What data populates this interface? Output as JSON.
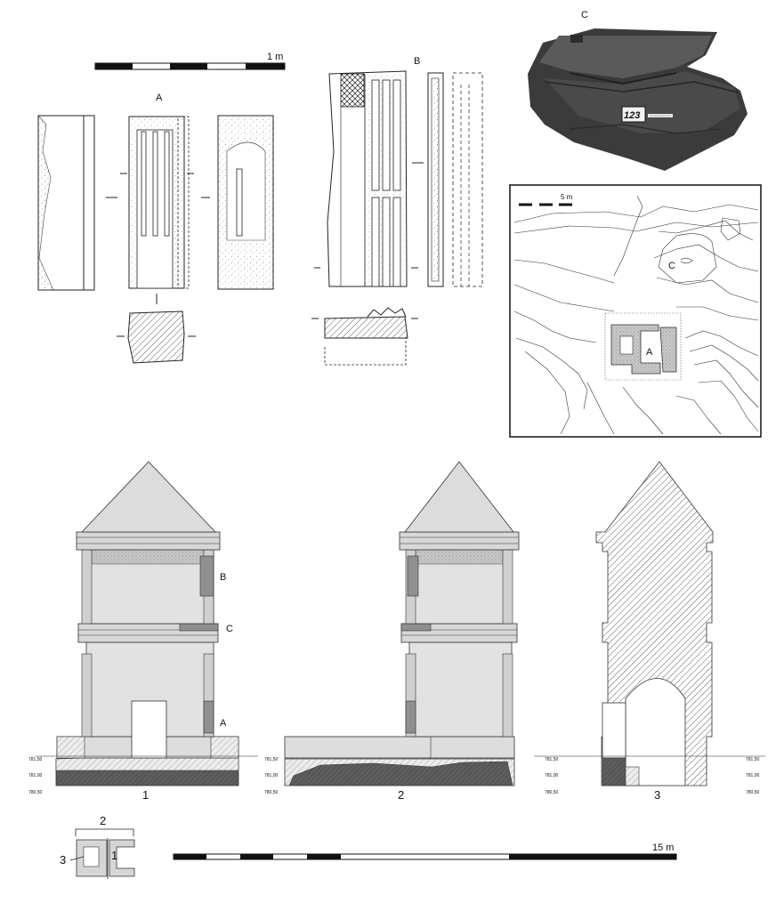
{
  "scale_top": {
    "label": "1 m"
  },
  "scale_bottom": {
    "label": "15 m"
  },
  "block_a": {
    "label": "A"
  },
  "block_b": {
    "label": "B"
  },
  "photo": {
    "label": "C",
    "tag": "123"
  },
  "site_plan": {
    "scale_label": "5 m",
    "label_a": "A",
    "label_c": "C"
  },
  "elevations": {
    "e1": {
      "number": "1",
      "label_b": "B",
      "label_c": "C",
      "label_a": "A"
    },
    "e2": {
      "number": "2"
    },
    "e3": {
      "number": "3"
    },
    "levels_left": [
      "781,50",
      "781,00",
      "780,50"
    ],
    "levels_right": [
      "781,50",
      "781,00",
      "780,50"
    ]
  },
  "key_plan": {
    "label_1": "1",
    "label_2": "2",
    "label_3": "3"
  },
  "colors": {
    "wall": "#dcdcdc",
    "ground": "#6e6e6e",
    "highlight": "#8f8f8f"
  }
}
